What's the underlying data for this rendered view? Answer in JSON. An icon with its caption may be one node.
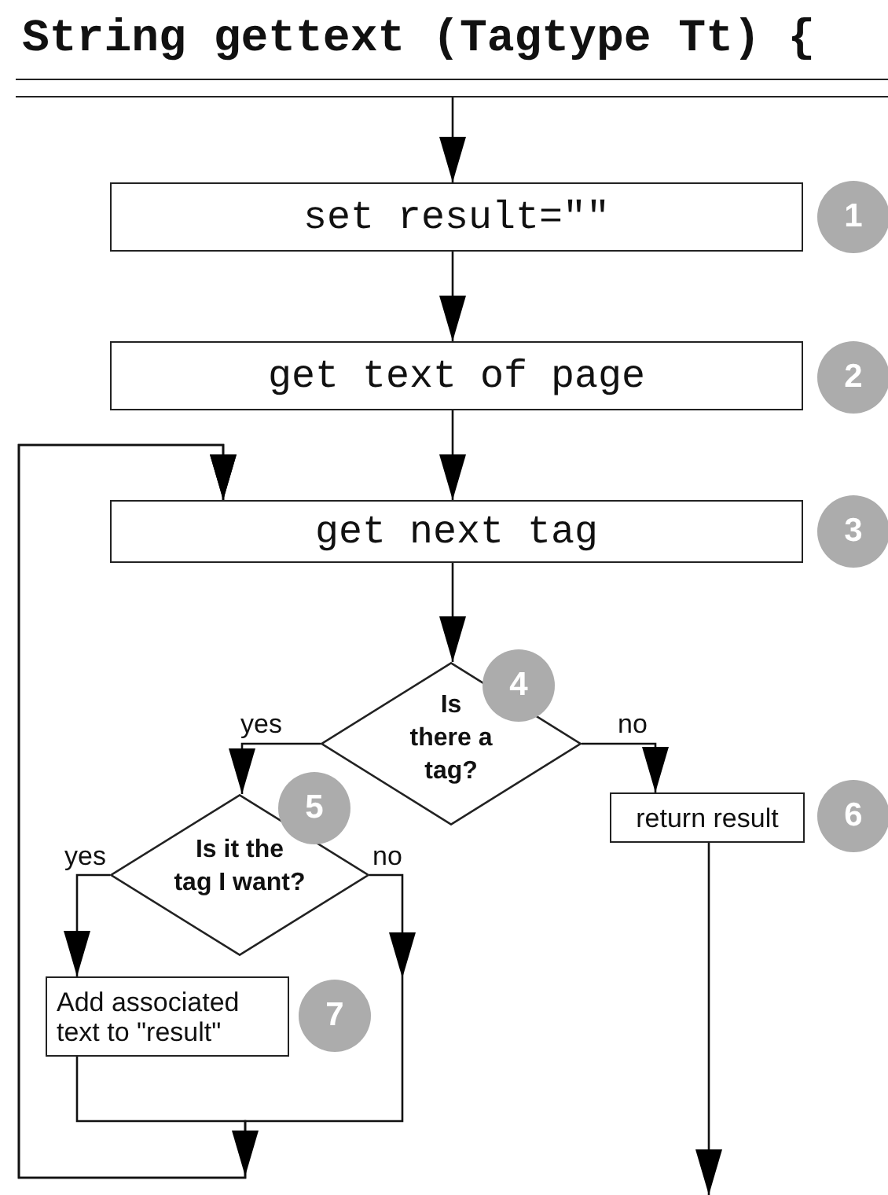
{
  "diagram": {
    "title": "String gettext (Tagtype Tt) {",
    "nodes": [
      {
        "text": [],
        "shape": "bar"
      },
      {
        "text": [
          "set result=\"\""
        ],
        "beside": [
          "1"
        ]
      },
      {
        "text": [
          "get text of page"
        ],
        "beside": [
          "2"
        ]
      },
      {
        "text": [
          "get next tag"
        ],
        "beside": [
          "3"
        ]
      },
      {
        "text": [
          "Is there a tag?"
        ],
        "beside": [
          "4"
        ]
      },
      {
        "text": [
          "Is it the tag I want?"
        ],
        "beside": [
          "5"
        ]
      },
      {
        "text": [
          "return result"
        ],
        "beside": [
          "6"
        ]
      },
      {
        "text": [
          "Add associated text to \"result\""
        ],
        "beside": [
          "7"
        ]
      }
    ],
    "edges": [
      {
        "from": 0,
        "to": 1,
        "arrow": "to"
      },
      {
        "from": 1,
        "to": 2,
        "arrow": "to"
      },
      {
        "from": 2,
        "to": 3,
        "arrow": "to"
      },
      {
        "from": 3,
        "to": 4,
        "arrow": "to"
      },
      {
        "from": 4,
        "to": 5,
        "arrow": "to",
        "label": "yes"
      },
      {
        "from": 4,
        "to": 6,
        "arrow": "to",
        "label": "no"
      },
      {
        "from": 5,
        "to": 7,
        "arrow": "to",
        "label": "yes"
      },
      {
        "from": 5,
        "to": 3,
        "arrow": "to",
        "label": "no"
      },
      {
        "from": 7,
        "to": 3,
        "arrow": "to"
      },
      {
        "from": 6,
        "to": null,
        "arrow": "to"
      }
    ]
  }
}
